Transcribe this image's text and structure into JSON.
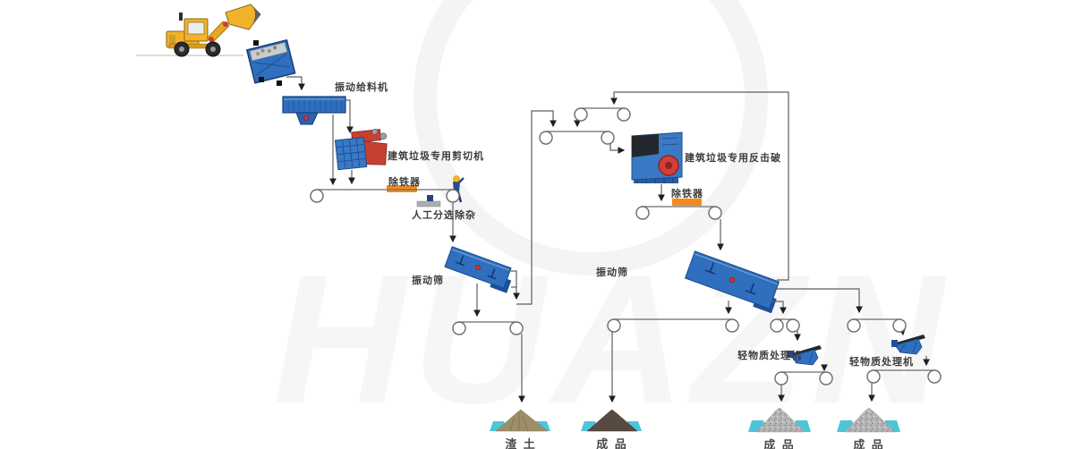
{
  "watermark": "HUAZN",
  "labels": {
    "vibrating_feeder": "振动给料机",
    "shredder": "建筑垃圾专用剪切机",
    "iron_remover_1": "除铁器",
    "manual_sorting": "人工分选除杂",
    "vibrating_screen_1": "振动筛",
    "vibrating_screen_2": "振动筛",
    "impact_crusher": "建筑垃圾专用反击破",
    "iron_remover_2": "除铁器",
    "light_material_processor_1": "轻物质处理机",
    "light_material_processor_2": "轻物质处理机",
    "pile_slag": "渣 土",
    "pile_product_1": "成 品",
    "pile_product_2": "成 品",
    "pile_product_3": "成 品"
  },
  "colors": {
    "machine_blue": "#2f6fbd",
    "machine_blue_dark": "#1a4a8f",
    "accent_red": "#cc3a2e",
    "iron_remover_orange": "#f18c1d",
    "support_cyan": "#4fc4d9",
    "loader_yellow": "#f2b22b",
    "flow_line_gray": "#5f5f5f",
    "pile_slag_tan": "#9d8e6a",
    "pile_product_brown": "#574a41",
    "pile_product_gray": "#b6b6b6",
    "label_text": "#3c3c3c"
  }
}
